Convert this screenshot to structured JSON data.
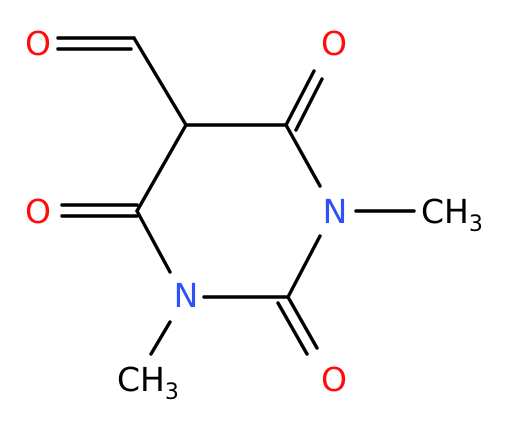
{
  "molecule": {
    "atoms": [
      {
        "id": "O_ald",
        "symbol": "O",
        "kind": "oxygen"
      },
      {
        "id": "O_top",
        "symbol": "O",
        "kind": "oxygen"
      },
      {
        "id": "O_left",
        "symbol": "O",
        "kind": "oxygen"
      },
      {
        "id": "O_bot",
        "symbol": "O",
        "kind": "oxygen"
      },
      {
        "id": "N1",
        "symbol": "N",
        "kind": "nitrogen"
      },
      {
        "id": "N3",
        "symbol": "N",
        "kind": "nitrogen"
      },
      {
        "id": "CH3_r",
        "symbol": "CH",
        "subscript": "3",
        "kind": "carbon"
      },
      {
        "id": "CH3_b",
        "symbol": "CH",
        "subscript": "3",
        "kind": "carbon"
      }
    ]
  },
  "colors": {
    "oxygen": "#ff0d0d",
    "nitrogen": "#3050f8",
    "carbon": "#000000",
    "bond": "#000000"
  }
}
